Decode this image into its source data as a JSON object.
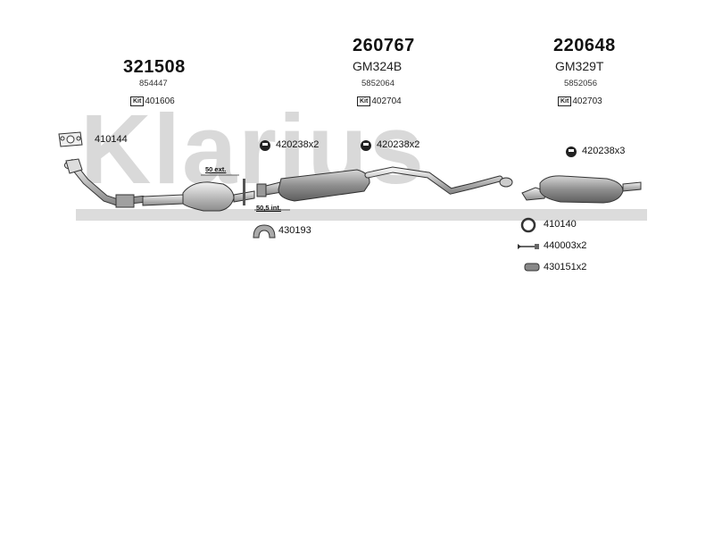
{
  "watermark": {
    "text": "Klarius"
  },
  "parts": [
    {
      "part_no": "321508",
      "oem": "",
      "ref": "854447",
      "kit_label": "Kit",
      "kit_no": "401606"
    },
    {
      "part_no": "260767",
      "oem": "GM324B",
      "ref": "5852064",
      "kit_label": "Kit",
      "kit_no": "402704"
    },
    {
      "part_no": "220648",
      "oem": "GM329T",
      "ref": "5852056",
      "kit_label": "Kit",
      "kit_no": "402703"
    }
  ],
  "callouts": {
    "gasket": "410144",
    "clamp_a": "420238x2",
    "clamp_b": "420238x2",
    "clamp_c": "420238x3",
    "mount": "430193",
    "ring": "410140",
    "bolt": "440003x2",
    "rubber": "430151x2"
  },
  "dimensions": {
    "ext": "50 ext.",
    "int": "50,5 int."
  },
  "colors": {
    "watermark": "#d4d4d4",
    "outline": "#333333",
    "metal_light": "#e6e6e6",
    "metal_dark": "#8c8c8c"
  }
}
